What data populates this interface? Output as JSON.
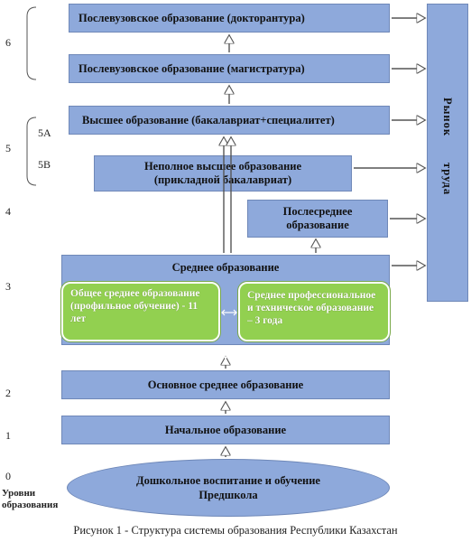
{
  "boxes": {
    "doctorate": "Послевузовское образование (докторантура)",
    "masters": "Послевузовское образование (магистратура)",
    "higher": "Высшее образование (бакалавриат+специалитет)",
    "incomplete_higher_line1": "Неполное высшее образование",
    "incomplete_higher_line2": "(прикладной бакалавриат)",
    "post_secondary_line1": "Послесреднее",
    "post_secondary_line2": "образование",
    "secondary": "Среднее образование",
    "general_secondary": "Общее среднее образование (профильное обучение) - 11 лет",
    "vocational_secondary": "Среднее профессиональное и техническое образование – 3 года",
    "basic_secondary": "Основное среднее образование",
    "primary": "Начальное  образование",
    "preschool_line1": "Дошкольное воспитание и обучение",
    "preschool_line2": "Предшкола"
  },
  "labor_market": {
    "word1": "Рынок",
    "word2": "труда"
  },
  "levels": {
    "l6": "6",
    "l5": "5",
    "l5a": "5А",
    "l5b": "5В",
    "l4": "4",
    "l3": "3",
    "l2": "2",
    "l1": "1",
    "l0": "0",
    "title_line1": "Уровни",
    "title_line2": "образования"
  },
  "caption": "Рисунок 1 - Структура системы образования Республики Казахстан",
  "colors": {
    "box_fill": "#8ea9db",
    "green_fill": "#92d050"
  }
}
